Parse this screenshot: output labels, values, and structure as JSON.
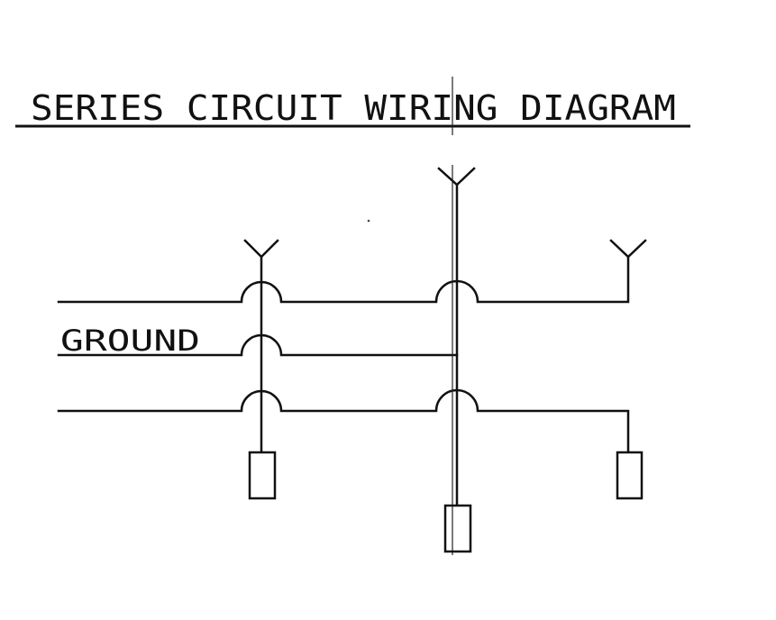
{
  "diagram": {
    "title": "SERIES CIRCUIT WIRING DIAGRAM",
    "ground_label": "GROUND",
    "colors": {
      "ink": "#111111",
      "background": "#ffffff"
    },
    "components": {
      "antennas": [
        "antenna-left",
        "antenna-center",
        "antenna-right"
      ],
      "wires": [
        "wire-top",
        "wire-ground",
        "wire-bottom"
      ],
      "terminals": [
        "terminal-left",
        "terminal-center",
        "terminal-right"
      ]
    }
  }
}
